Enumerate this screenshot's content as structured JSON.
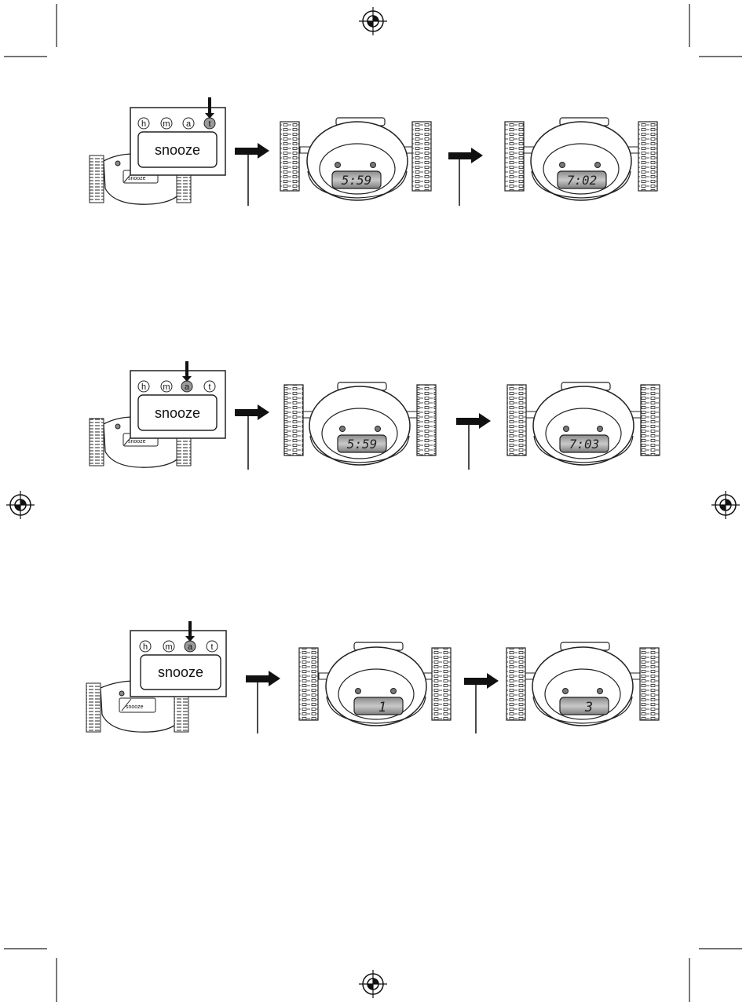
{
  "keys": [
    "h",
    "m",
    "a",
    "t"
  ],
  "panels": [
    {
      "pressed_key": "t",
      "big_button_label": "snooze",
      "small_button_label": "snooze",
      "display_before": "5:59",
      "display_after": "7:02"
    },
    {
      "pressed_key": "a",
      "big_button_label": "snooze",
      "small_button_label": "snooze",
      "display_before": "5:59",
      "display_after": "7:03"
    },
    {
      "pressed_key": "a",
      "big_button_label": "snooze",
      "small_button_label": "snooze",
      "display_before": "1",
      "display_after": "3"
    }
  ]
}
